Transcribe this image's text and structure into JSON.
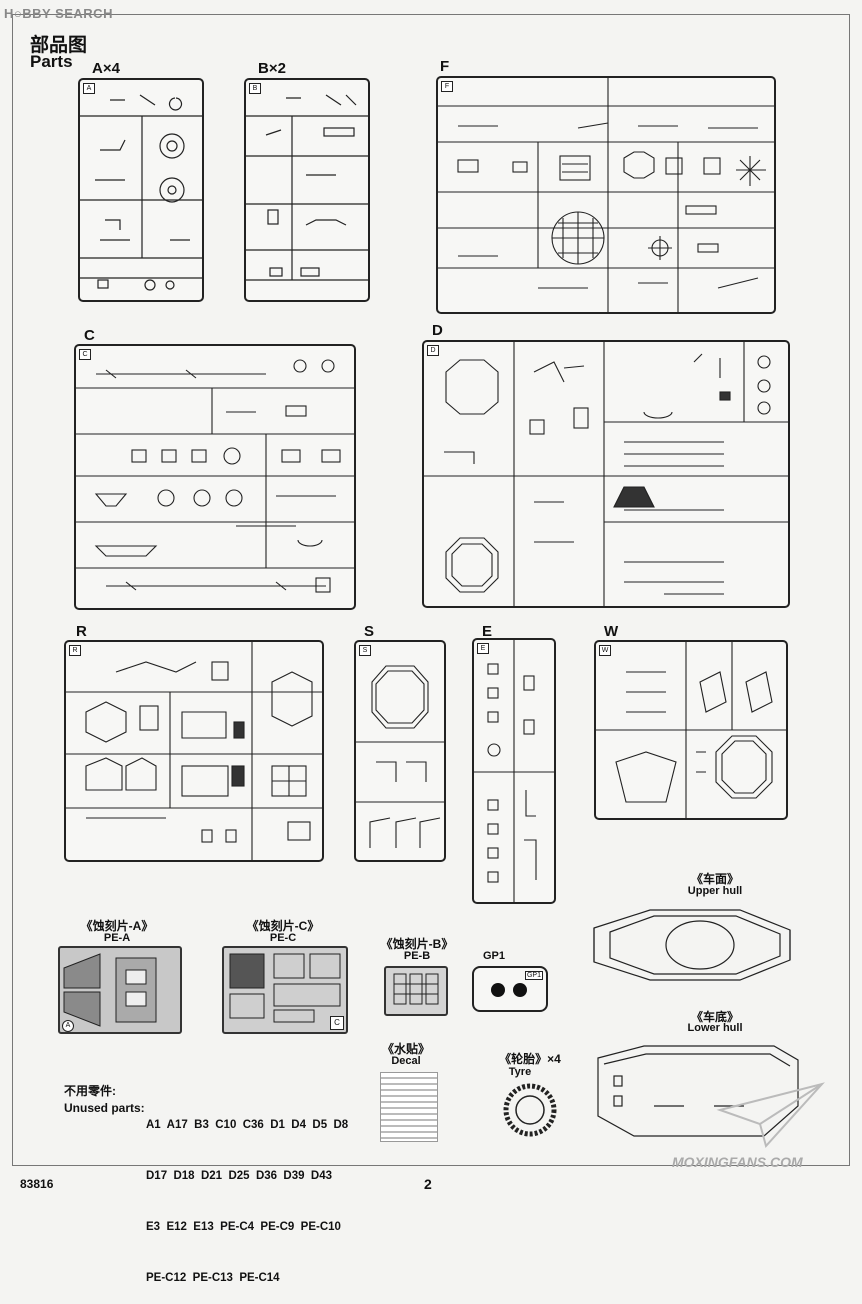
{
  "header": {
    "watermark": "H○BBY SEARCH",
    "title_cn": "部品图",
    "title_en": "Parts"
  },
  "sprues": [
    {
      "label": "A×4",
      "tag": "A"
    },
    {
      "label": "B×2",
      "tag": "B"
    },
    {
      "label": "F",
      "tag": "F"
    },
    {
      "label": "C",
      "tag": "C"
    },
    {
      "label": "D",
      "tag": "D"
    },
    {
      "label": "R",
      "tag": "R"
    },
    {
      "label": "S",
      "tag": "S"
    },
    {
      "label": "E",
      "tag": "E"
    },
    {
      "label": "W",
      "tag": "W"
    }
  ],
  "pe_sheets": [
    {
      "cn": "《蚀刻片-A》",
      "en": "PE-A",
      "mark": "A"
    },
    {
      "cn": "《蚀刻片-C》",
      "en": "PE-C",
      "mark": "C"
    },
    {
      "cn": "《蚀刻片-B》",
      "en": "PE-B"
    }
  ],
  "gp1": {
    "label": "GP1",
    "tag": "GP1"
  },
  "upper_hull": {
    "cn": "《车面》",
    "en": "Upper hull"
  },
  "lower_hull": {
    "cn": "《车底》",
    "en": "Lower hull"
  },
  "decal": {
    "cn": "《水贴》",
    "en": "Decal"
  },
  "tyre": {
    "cn": "《轮胎》×4",
    "en": "Tyre"
  },
  "unused": {
    "title_cn": "不用零件:",
    "title_en": "Unused parts:",
    "lines": [
      "A1  A17  B3  C10  C36  D1  D4  D5  D8",
      "D17  D18  D21  D25  D36  D39  D43",
      "E3  E12  E13  PE-C4  PE-C9  PE-C10",
      "PE-C12  PE-C13  PE-C14"
    ]
  },
  "footer": {
    "code": "83816",
    "page": "2",
    "watermark": "MOXINGFANS.COM"
  }
}
